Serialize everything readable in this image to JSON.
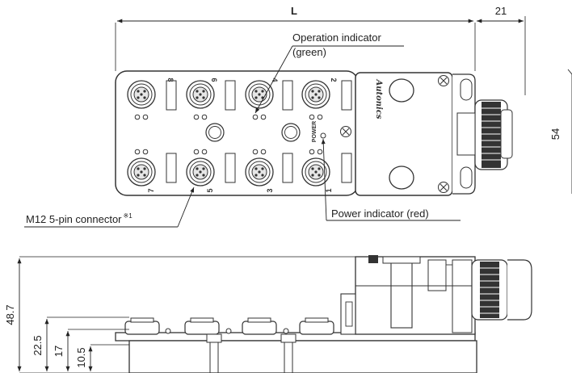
{
  "dimensions": {
    "length": "L",
    "side_width": "21",
    "height_top": "54",
    "height_total": "48.7",
    "height_1": "22.5",
    "height_2": "17",
    "height_3": "10.5"
  },
  "callouts": {
    "operation_indicator_line1": "Operation indicator",
    "operation_indicator_line2": "(green)",
    "power_indicator": "Power indicator (red)",
    "connector": "M12 5-pin connector",
    "connector_note": "※1"
  },
  "labels": {
    "brand": "Autonics",
    "power": "POWER",
    "pins_top": [
      "8",
      "6",
      "4",
      "2"
    ],
    "pins_bottom": [
      "7",
      "5",
      "3",
      "1"
    ]
  }
}
